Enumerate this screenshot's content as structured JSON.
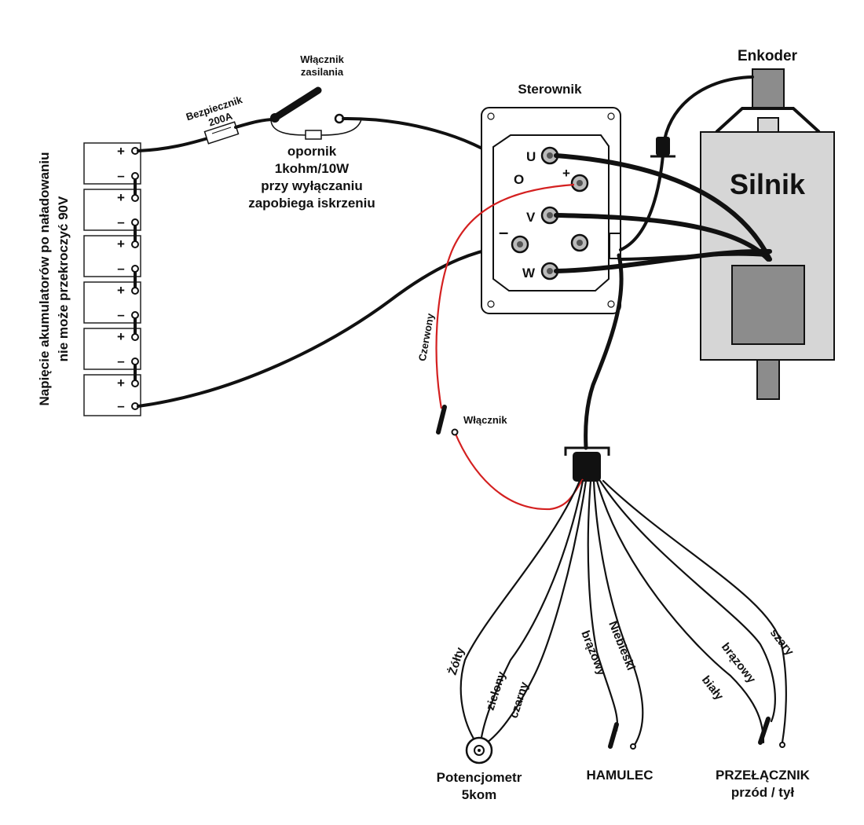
{
  "labels": {
    "controller": "Sterownik",
    "encoder": "Enkoder",
    "motor": "Silnik",
    "fuse_line1": "Bezpiecznik",
    "fuse_line2": "200A",
    "main_switch_line1": "Włącznik",
    "main_switch_line2": "zasilania",
    "resistor_line1": "opornik",
    "resistor_line2": "1kohm/10W",
    "resistor_line3": "przy wyłączaniu",
    "resistor_line4": "zapobiega iskrzeniu",
    "battery_note_line1": "Napięcie akumulatorów po naładowaniu",
    "battery_note_line2": "nie może przekroczyć 90V",
    "red_wire": "Czerwony",
    "key_switch": "Włącznik",
    "terminal_u": "U",
    "terminal_v": "V",
    "terminal_w": "W",
    "terminal_o": "O",
    "terminal_plus": "+",
    "terminal_minus": "–",
    "plus": "+",
    "minus": "–",
    "wire_yellow": "Żółty",
    "wire_green": "zielony",
    "wire_black": "czarny",
    "wire_brown_brake": "brązowy",
    "wire_blue": "Niebieski",
    "wire_white": "biały",
    "wire_brown_switch": "brązowy",
    "wire_grey": "szary",
    "potentiometer_line1": "Potencjometr",
    "potentiometer_line2": "5kom",
    "brake": "HAMULEC",
    "direction_switch_line1": "PRZEŁĄCZNIK",
    "direction_switch_line2": "przód / tył"
  },
  "colors": {
    "wire": "#111111",
    "red_wire": "#d42020",
    "motor_body": "#d6d6d6",
    "motor_box": "#8c8c8c"
  }
}
